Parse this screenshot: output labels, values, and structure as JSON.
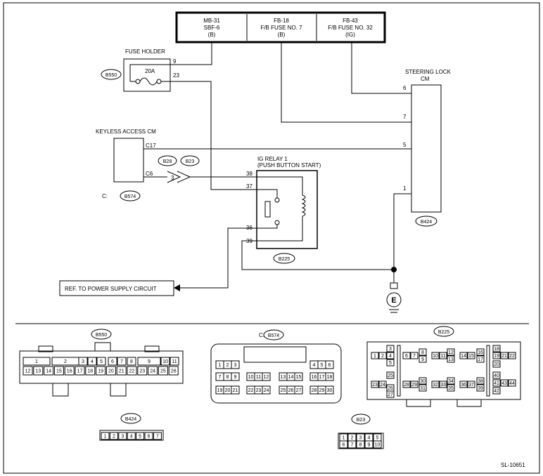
{
  "fuse_box": [
    {
      "line1": "MB-31",
      "line2": "SBF-6",
      "line3": "(B)"
    },
    {
      "line1": "FB-18",
      "line2": "F/B FUSE NO. 7",
      "line3": "(B)"
    },
    {
      "line1": "FB-43",
      "line2": "F/B FUSE NO. 32",
      "line3": "(IG)"
    }
  ],
  "fuse_holder": {
    "title": "FUSE HOLDER",
    "rating": "20A",
    "connector": "B550",
    "pin_in": "9",
    "pin_out": "23"
  },
  "steering_lock": {
    "title_1": "STEERING LOCK",
    "title_2": "CM",
    "connector": "B424",
    "pins": [
      "6",
      "7",
      "5",
      "1"
    ]
  },
  "keyless": {
    "title": "KEYLESS ACCESS CM",
    "pin_c17": "C17",
    "pin_c6": "C6",
    "connector_prefix": "C:",
    "connector": "B574"
  },
  "inline_connectors": {
    "left": "B28",
    "right": "B23",
    "pin": "3"
  },
  "ig_relay": {
    "title_1": "IG RELAY 1",
    "title_2": "(PUSH BUTTON START)",
    "connector": "B225",
    "pins": [
      "38",
      "37",
      "36",
      "39"
    ]
  },
  "ref_text": "REF. TO POWER SUPPLY CIRCUIT",
  "ground_label": "E",
  "connector_views": {
    "b550": {
      "name": "B550",
      "top": [
        "1",
        "2",
        "3",
        "4",
        "5",
        "6",
        "7",
        "8",
        "9",
        "10",
        "11"
      ],
      "bottom": [
        "12",
        "13",
        "14",
        "15",
        "16",
        "17",
        "18",
        "19",
        "20",
        "21",
        "22",
        "23",
        "24",
        "25",
        "26"
      ]
    },
    "b574": {
      "prefix": "C:",
      "name": "B574",
      "row1_left": [
        "1",
        "2",
        "3"
      ],
      "row1_right": [
        "4",
        "5",
        "6"
      ],
      "row2": [
        "7",
        "8",
        "9",
        "10",
        "11",
        "12",
        "13",
        "14",
        "15",
        "16",
        "17",
        "18"
      ],
      "row3": [
        "19",
        "20",
        "21",
        "22",
        "23",
        "24",
        "25",
        "26",
        "27",
        "28",
        "29",
        "30"
      ]
    },
    "b225": {
      "name": "B225"
    },
    "b424": {
      "name": "B424",
      "pins": [
        "1",
        "2",
        "3",
        "4",
        "5",
        "6",
        "7"
      ]
    },
    "b23": {
      "name": "B23",
      "top": [
        "1",
        "2",
        "3",
        "4",
        "5"
      ],
      "bottom": [
        "6",
        "7",
        "8",
        "9",
        "10"
      ]
    }
  },
  "figure_id": "SL-10651"
}
